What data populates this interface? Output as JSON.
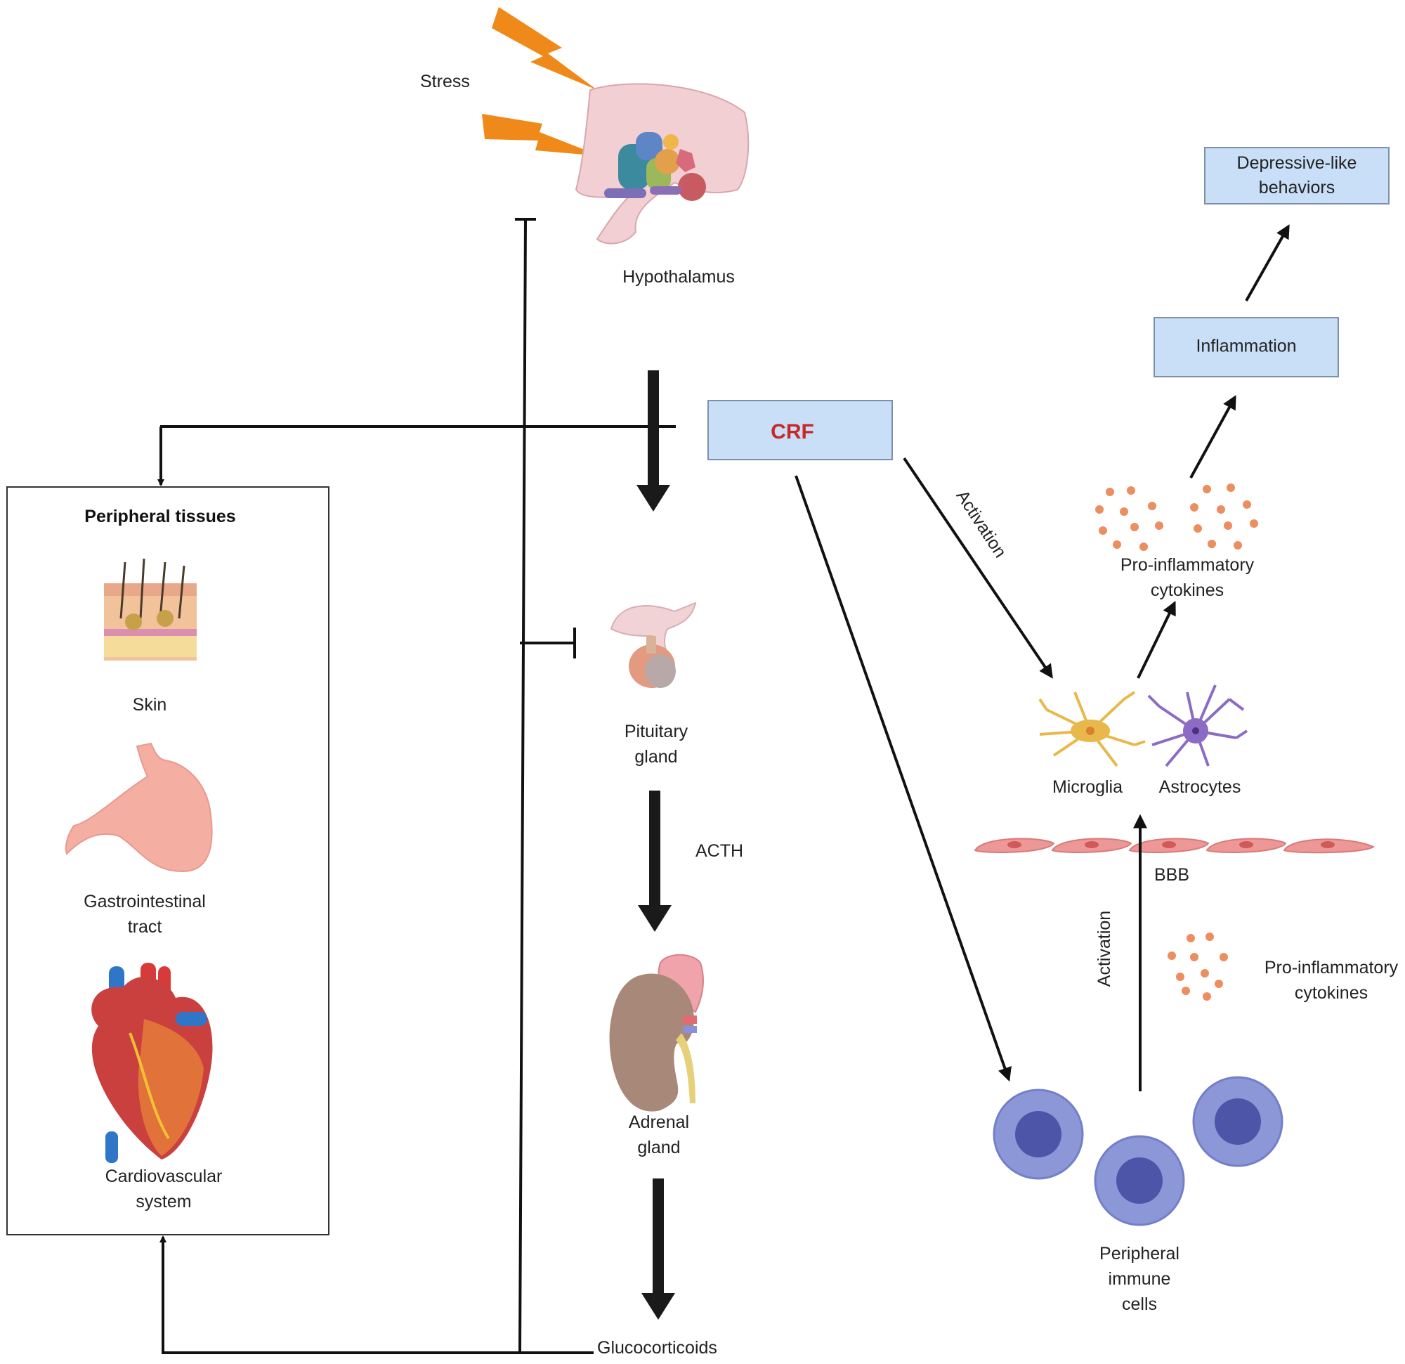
{
  "labels": {
    "stress": "Stress",
    "hypothalamus": "Hypothalamus",
    "crf": "CRF",
    "peripheral_tissues_title": "Peripheral tissues",
    "skin": "Skin",
    "gi_line1": "Gastrointestinal",
    "gi_line2": "tract",
    "cardio_line1": "Cardiovascular",
    "cardio_line2": "system",
    "pituitary_line1": "Pituitary",
    "pituitary_line2": "gland",
    "acth": "ACTH",
    "adrenal_line1": "Adrenal",
    "adrenal_line2": "gland",
    "glucocorticoids": "Glucocorticoids",
    "activation_crf": "Activation",
    "activation_immune": "Activation",
    "pro_top_line1": "Pro-inflammatory",
    "pro_top_line2": "cytokines",
    "pro_bottom_line1": "Pro-inflammatory",
    "pro_bottom_line2": "cytokines",
    "microglia": "Microglia",
    "astrocytes": "Astrocytes",
    "bbb": "BBB",
    "inflammation": "Inflammation",
    "depressive_line1": "Depressive-like",
    "depressive_line2": "behaviors",
    "immune_line1": "Peripheral",
    "immune_line2": "immune",
    "immune_line3": "cells"
  },
  "colors": {
    "box_fill": "#c9def7",
    "box_stroke": "#7f8fa6",
    "crf_text": "#c62828",
    "lightning": "#ef8a1a",
    "cytokine_dot": "#ec8e5f",
    "immune_outer": "#8c97d8",
    "immune_nucleus": "#4d55a8",
    "microglia": "#e8b94a",
    "astrocyte": "#8b6bc4",
    "endothelium": "#ee9797"
  }
}
